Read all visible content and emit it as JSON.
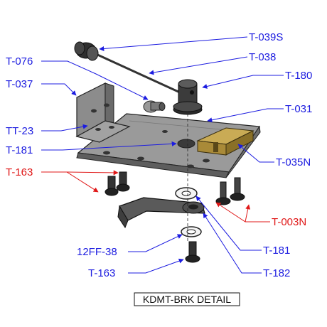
{
  "title": "KDMT-BRK DETAIL",
  "colors": {
    "leader_blue": "#1c1ce0",
    "leader_red": "#e01818",
    "metal": "#7f7f7f",
    "metal_dark": "#4a4a4a",
    "brass": "#b89a4a",
    "hardware": "#2b2b2b"
  },
  "labels": [
    {
      "id": "t039s",
      "text": "T-039S",
      "color": "blue"
    },
    {
      "id": "t038",
      "text": "T-038",
      "color": "blue"
    },
    {
      "id": "t076",
      "text": "T-076",
      "color": "blue"
    },
    {
      "id": "t180",
      "text": "T-180",
      "color": "blue"
    },
    {
      "id": "t037",
      "text": "T-037",
      "color": "blue"
    },
    {
      "id": "t031",
      "text": "T-031",
      "color": "blue"
    },
    {
      "id": "tt23",
      "text": "TT-23",
      "color": "blue"
    },
    {
      "id": "t181a",
      "text": "T-181",
      "color": "blue"
    },
    {
      "id": "t035n",
      "text": "T-035N",
      "color": "blue"
    },
    {
      "id": "t163a",
      "text": "T-163",
      "color": "red"
    },
    {
      "id": "t003n",
      "text": "T-003N",
      "color": "red"
    },
    {
      "id": "ff38",
      "text": "12FF-38",
      "color": "blue"
    },
    {
      "id": "t181b",
      "text": "T-181",
      "color": "blue"
    },
    {
      "id": "t163b",
      "text": "T-163",
      "color": "blue"
    },
    {
      "id": "t182",
      "text": "T-182",
      "color": "blue"
    }
  ]
}
